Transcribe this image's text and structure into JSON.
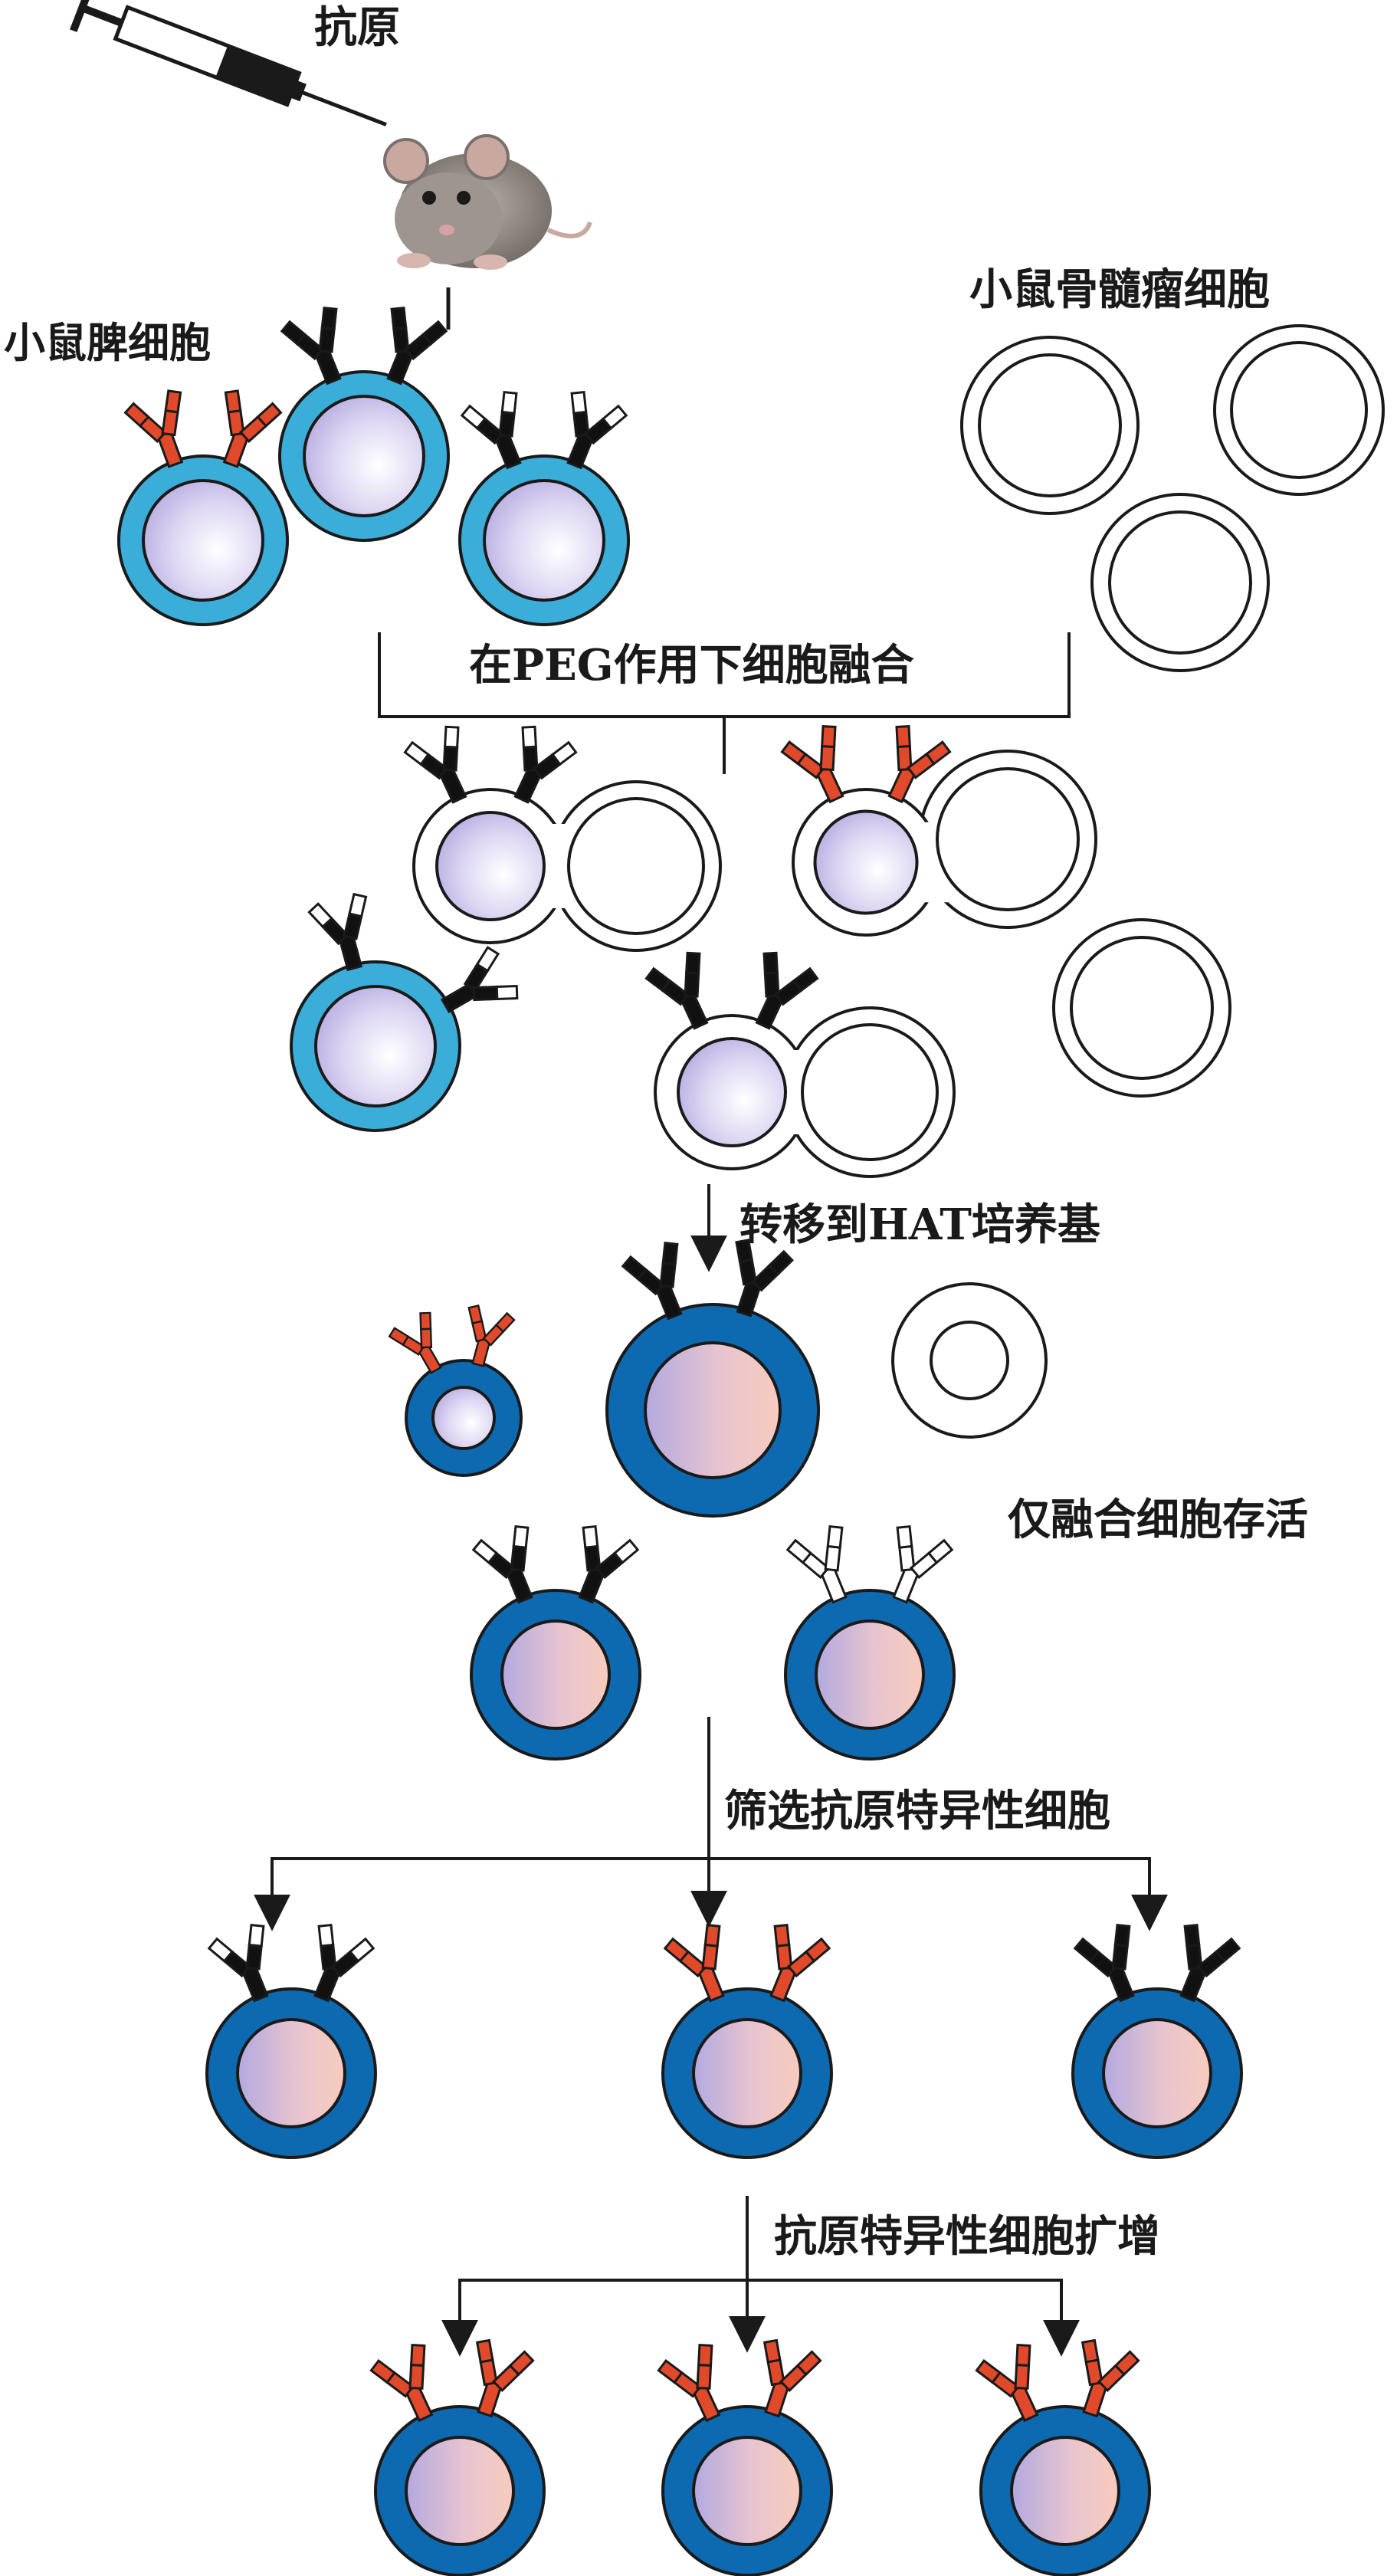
{
  "labels": {
    "antigen": "抗原",
    "spleen_cells": "小鼠脾细胞",
    "myeloma_cells": "小鼠骨髓瘤细胞",
    "peg_fusion": "在PEG作用下细胞融合",
    "hat_transfer": "转移到HAT培养基",
    "only_fused_survive": "仅融合细胞存活",
    "screen_specific": "筛选抗原特异性细胞",
    "expand_specific": "抗原特异性细胞扩增"
  },
  "colors": {
    "spleen_cell_cyan": "#3aaed8",
    "hybridoma_blue": "#0d6ab0",
    "antibody_red": "#e04a2a",
    "antibody_black": "#111111",
    "nucleus_lavender": "#c9c3ea",
    "nucleus_pink": "#f5c9bd",
    "line": "#1a1a1a"
  },
  "icons": [
    "syringe-icon",
    "mouse-icon",
    "antibody-icon",
    "cell-icon"
  ]
}
